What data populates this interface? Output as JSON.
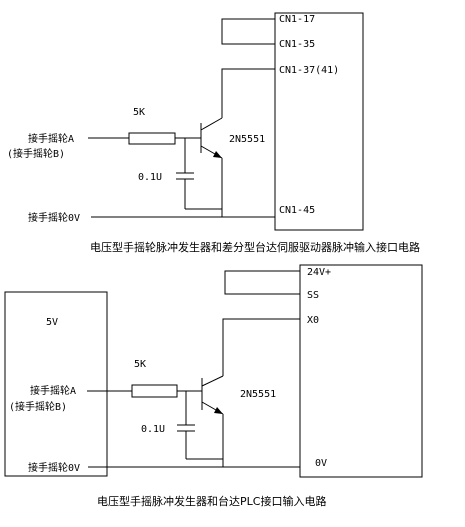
{
  "diagram1": {
    "pins": {
      "cn1_17": "CN1-17",
      "cn1_35": "CN1-35",
      "cn1_37": "CN1-37(41)",
      "cn1_45": "CN1-45"
    },
    "resistor": "5K",
    "capacitor": "0.1U",
    "transistor": "2N5551",
    "input_a": "接手摇轮A",
    "input_b": "(接手摇轮B)",
    "input_0v": "接手摇轮0V",
    "caption": "电压型手摇轮脉冲发生器和差分型台达伺服驱动器脉冲输入接口电路"
  },
  "diagram2": {
    "supply": "5V",
    "pins": {
      "p24v": "24V+",
      "ss": "SS",
      "x0": "X0",
      "ov": "0V"
    },
    "resistor": "5K",
    "capacitor": "0.1U",
    "transistor": "2N5551",
    "input_a": "接手摇轮A",
    "input_b": "(接手摇轮B)",
    "input_0v": "接手摇轮0V",
    "caption": "电压型手摇脉冲发生器和台达PLC接口输入电路"
  }
}
